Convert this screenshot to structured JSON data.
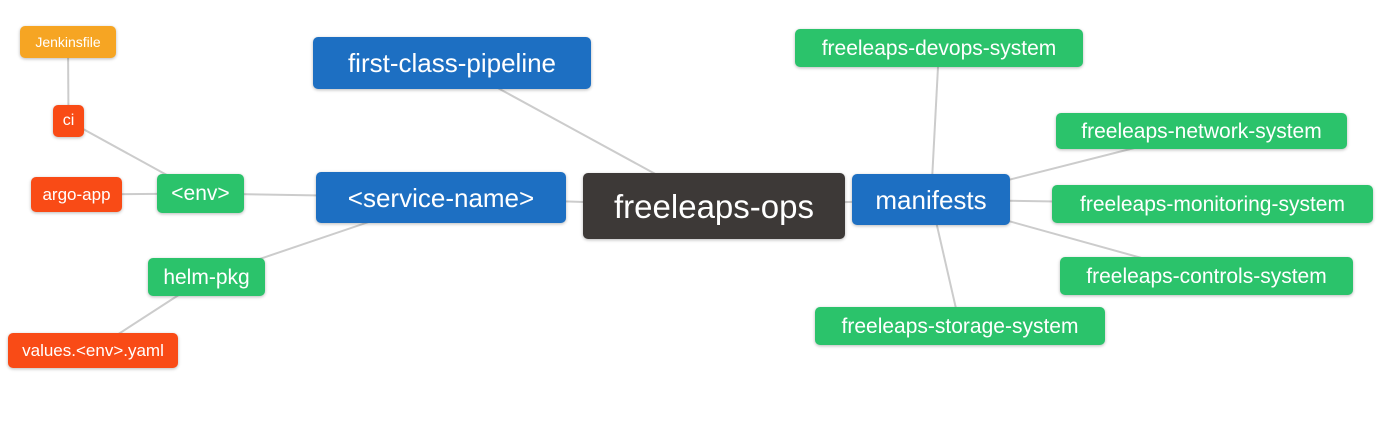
{
  "diagram_title": "freeleaps-ops mind map",
  "colors": {
    "blue": "#1d6fc2",
    "green": "#2bc36b",
    "orange": "#f6a523",
    "red": "#f94b16",
    "dark": "#3d3937",
    "edge": "#cccccc",
    "text": "#ffffff"
  },
  "nodes": {
    "jenkinsfile": {
      "label": "Jenkinsfile",
      "color": "orange"
    },
    "ci": {
      "label": "ci",
      "color": "red"
    },
    "argo_app": {
      "label": "argo-app",
      "color": "red"
    },
    "env": {
      "label": "<env>",
      "color": "green"
    },
    "helm_pkg": {
      "label": "helm-pkg",
      "color": "green"
    },
    "values_env_yaml": {
      "label": "values.<env>.yaml",
      "color": "red"
    },
    "first_class_pipeline": {
      "label": "first-class-pipeline",
      "color": "blue"
    },
    "service_name": {
      "label": "<service-name>",
      "color": "blue"
    },
    "freeleaps_ops": {
      "label": "freeleaps-ops",
      "color": "dark"
    },
    "manifests": {
      "label": "manifests",
      "color": "blue"
    },
    "devops_system": {
      "label": "freeleaps-devops-system",
      "color": "green"
    },
    "network_system": {
      "label": "freeleaps-network-system",
      "color": "green"
    },
    "monitoring_system": {
      "label": "freeleaps-monitoring-system",
      "color": "green"
    },
    "controls_system": {
      "label": "freeleaps-controls-system",
      "color": "green"
    },
    "storage_system": {
      "label": "freeleaps-storage-system",
      "color": "green"
    }
  },
  "edges": [
    [
      "jenkinsfile",
      "ci"
    ],
    [
      "ci",
      "env"
    ],
    [
      "argo_app",
      "env"
    ],
    [
      "env",
      "service_name"
    ],
    [
      "helm_pkg",
      "service_name"
    ],
    [
      "values_env_yaml",
      "helm_pkg"
    ],
    [
      "first_class_pipeline",
      "freeleaps_ops"
    ],
    [
      "service_name",
      "freeleaps_ops"
    ],
    [
      "freeleaps_ops",
      "manifests"
    ],
    [
      "manifests",
      "devops_system"
    ],
    [
      "manifests",
      "network_system"
    ],
    [
      "manifests",
      "monitoring_system"
    ],
    [
      "manifests",
      "controls_system"
    ],
    [
      "manifests",
      "storage_system"
    ]
  ]
}
